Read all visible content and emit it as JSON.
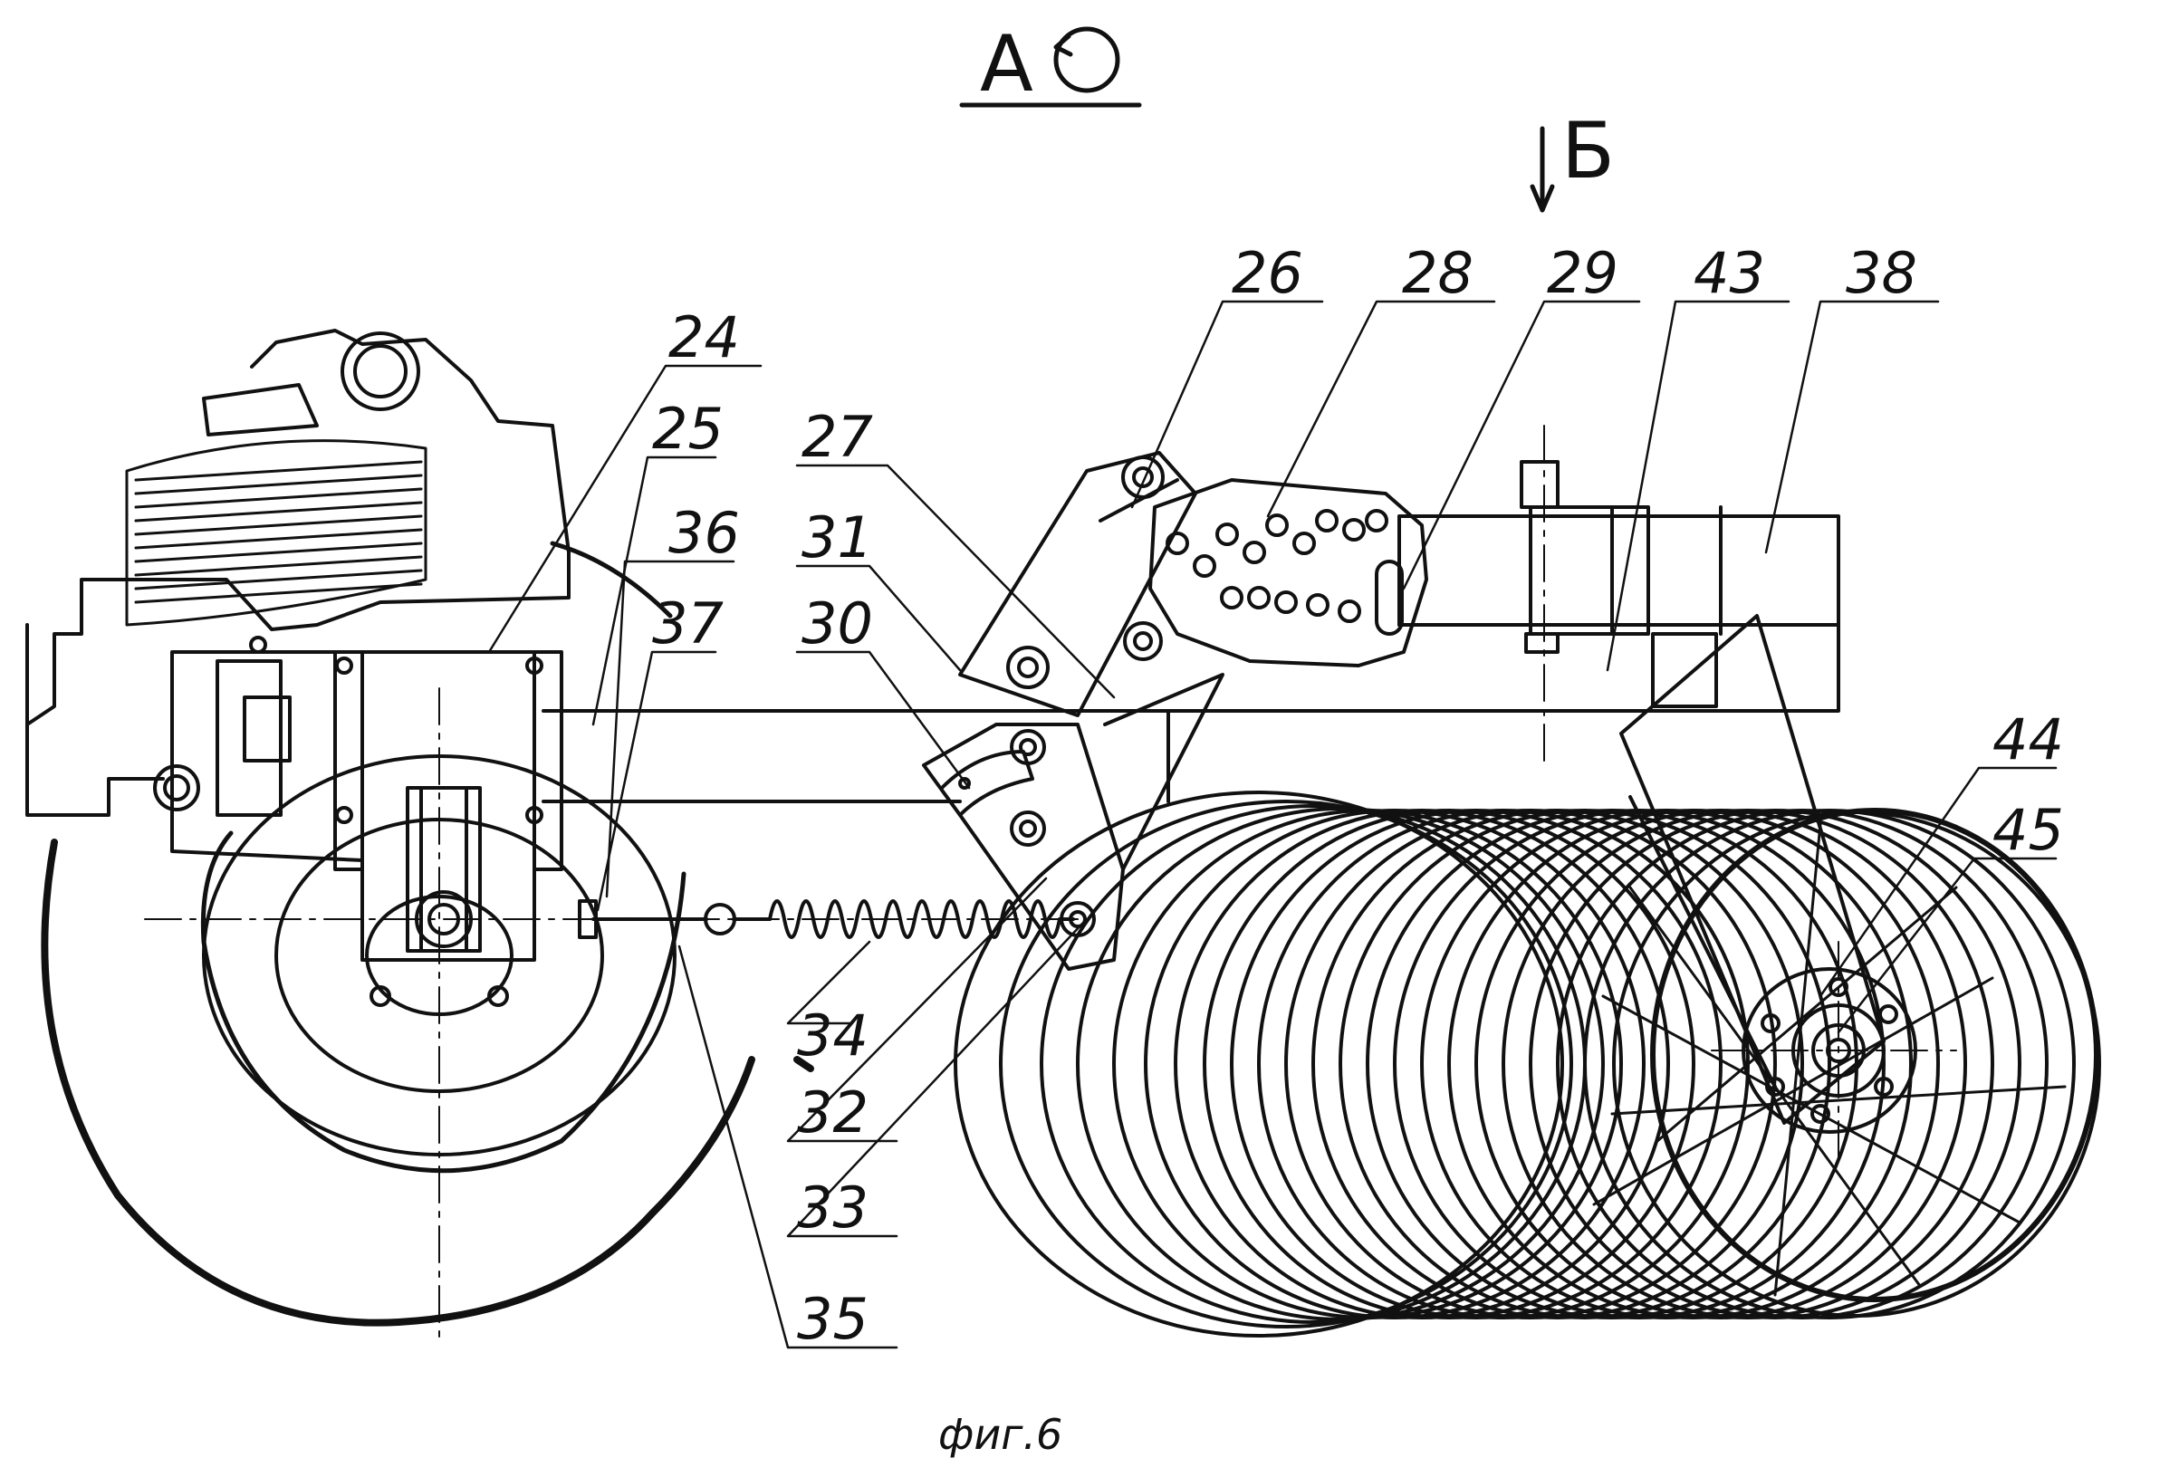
{
  "view_label": "А",
  "section_label": "Б",
  "caption": "фиг.6",
  "labels": {
    "l24": "24",
    "l25": "25",
    "l36": "36",
    "l37": "37",
    "l27": "27",
    "l31": "31",
    "l30": "30",
    "l26": "26",
    "l28": "28",
    "l29": "29",
    "l43": "43",
    "l38": "38",
    "l44": "44",
    "l45": "45",
    "l34": "34",
    "l32": "32",
    "l33": "33",
    "l35": "35"
  }
}
